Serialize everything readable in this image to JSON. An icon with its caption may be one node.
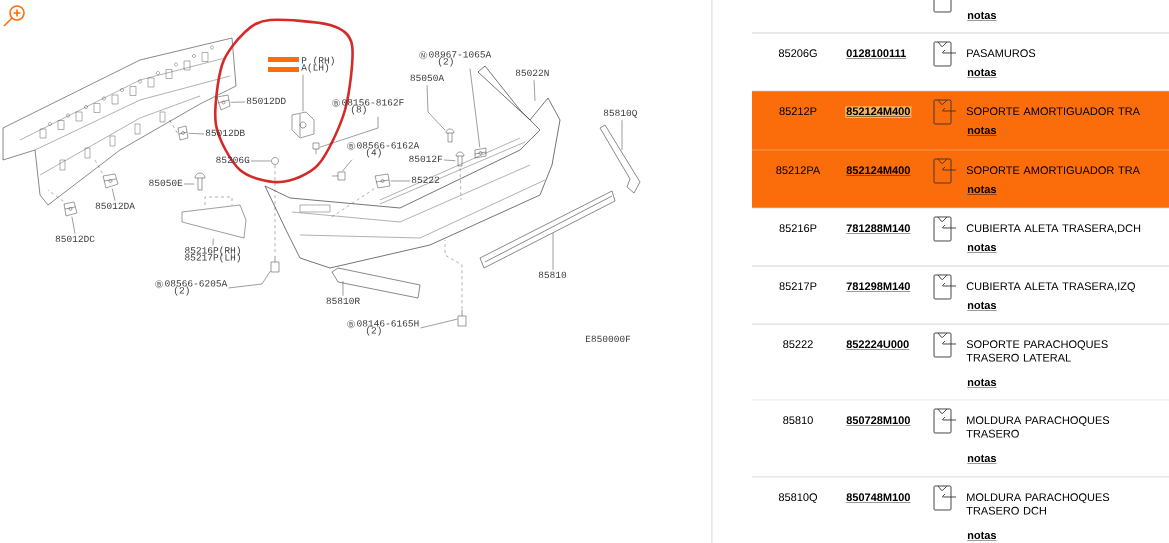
{
  "diagram": {
    "nodes": [
      {
        "text": [
          "85012DD"
        ]
      },
      {
        "text": [
          "85012DB"
        ]
      },
      {
        "text": [
          "85012DA"
        ]
      },
      {
        "text": [
          "85012DC"
        ]
      },
      {
        "text": [
          "85050E"
        ]
      },
      {
        "text": [
          "85216P(RH)",
          "85217P(LH)"
        ]
      },
      {
        "text": [
          "85206G"
        ]
      },
      {
        "text": [
          "P (RH)",
          "A(LH)"
        ]
      },
      {
        "text": [
          "B",
          "08156-8162F",
          "(8)"
        ]
      },
      {
        "text": [
          "B",
          "08566-6162A",
          "(4)"
        ]
      },
      {
        "text": [
          "85012F"
        ]
      },
      {
        "text": [
          "85222"
        ]
      },
      {
        "text": [
          "85050A"
        ]
      },
      {
        "text": [
          "N",
          "08967-1065A",
          "(2)"
        ]
      },
      {
        "text": [
          "85022N"
        ]
      },
      {
        "text": [
          "85810Q"
        ]
      },
      {
        "text": [
          "85810"
        ]
      },
      {
        "text": [
          "85810R"
        ]
      },
      {
        "text": [
          "B",
          "08566-6205A",
          "(2)"
        ]
      },
      {
        "text": [
          "B",
          "08146-6165H",
          "(2)"
        ]
      },
      {
        "text": [],
        "shape": "picture"
      },
      {
        "text": [],
        "shape": "picture"
      },
      {
        "text": [],
        "shape": "picture"
      },
      {
        "text": [],
        "shape": "picture"
      },
      {
        "text": [],
        "shape": "picture"
      },
      {
        "text": [],
        "shape": "picture"
      },
      {
        "text": [],
        "shape": "picture"
      },
      {
        "text": [],
        "shape": "picture"
      },
      {
        "text": [],
        "shape": "picture"
      },
      {
        "text": [],
        "shape": "picture"
      },
      {
        "text": [],
        "shape": "picture"
      },
      {
        "text": [],
        "shape": "picture"
      },
      {
        "text": [],
        "shape": "picture"
      },
      {
        "text": [],
        "shape": "picture"
      },
      {
        "text": [],
        "shape": "picture"
      },
      {
        "text": [],
        "shape": "picture"
      },
      {
        "text": [],
        "shape": "picture"
      },
      {
        "text": [],
        "shape": "picture"
      },
      {
        "text": [],
        "shape": "picture"
      }
    ],
    "edges": [
      {
        "from": 0,
        "to": 25,
        "arrow": "none"
      },
      {
        "from": 1,
        "to": 22,
        "arrow": "none"
      },
      {
        "from": 2,
        "to": 21,
        "arrow": "none"
      },
      {
        "from": 3,
        "to": 20,
        "arrow": "none"
      },
      {
        "from": 4,
        "to": 23,
        "arrow": "none"
      },
      {
        "from": 5,
        "to": 24,
        "arrow": "none"
      },
      {
        "from": 6,
        "to": 26,
        "arrow": "none"
      },
      {
        "from": 7,
        "to": 28,
        "arrow": "none"
      },
      {
        "from": 8,
        "to": 29,
        "arrow": "none"
      },
      {
        "from": 9,
        "to": 30,
        "arrow": "none"
      },
      {
        "from": 10,
        "to": 34,
        "arrow": "none"
      },
      {
        "from": 11,
        "to": 32,
        "arrow": "none"
      },
      {
        "from": 12,
        "to": 33,
        "arrow": "none"
      },
      {
        "from": 13,
        "to": 36,
        "arrow": "none"
      },
      {
        "from": 14,
        "to": null,
        "arrow": "none"
      },
      {
        "from": 15,
        "to": 38,
        "arrow": "none"
      },
      {
        "from": 16,
        "to": 37,
        "arrow": "none"
      },
      {
        "from": 17,
        "to": 31,
        "arrow": "none"
      },
      {
        "from": 18,
        "to": 27,
        "arrow": "none"
      },
      {
        "from": 19,
        "to": 35,
        "arrow": "none"
      },
      {
        "from": 26,
        "to": 27,
        "arrow": "none",
        "style": "dashed"
      },
      {
        "from": 32,
        "to": null,
        "arrow": "none",
        "style": "dashed"
      },
      {
        "from": 34,
        "to": null,
        "arrow": "none",
        "style": "dashed"
      },
      {
        "from": 35,
        "to": null,
        "arrow": "none",
        "style": "dashed"
      },
      {
        "from": 20,
        "to": null,
        "arrow": "none",
        "style": "dashed"
      },
      {
        "from": 21,
        "to": null,
        "arrow": "none",
        "style": "dashed"
      },
      {
        "from": 22,
        "to": null,
        "arrow": "none",
        "style": "dashed"
      }
    ],
    "labels": [
      "E850000F",
      "notas",
      "85206G",
      "0128100111",
      "PASAMUROS",
      "notas",
      "85212P",
      "852124M400",
      "SOPORTE AMORTIGUADOR TRA",
      "notas",
      "85212PA",
      "852124M400",
      "SOPORTE AMORTIGUADOR TRA",
      "notas",
      "85216P",
      "781288M140",
      "CUBIERTA ALETA TRASERA,DCH",
      "notas",
      "85217P",
      "781298M140",
      "CUBIERTA ALETA TRASERA,IZQ",
      "notas",
      "85222",
      "852224U000",
      "SOPORTE PARACHOQUES TRASERO LATERAL",
      "notas",
      "85810",
      "850728M100",
      "MOLDURA PARACHOQUES TRASERO",
      "notas",
      "85810Q",
      "850748M100",
      "MOLDURA PARACHOQUES TRASERO DCH",
      "notas"
    ]
  }
}
